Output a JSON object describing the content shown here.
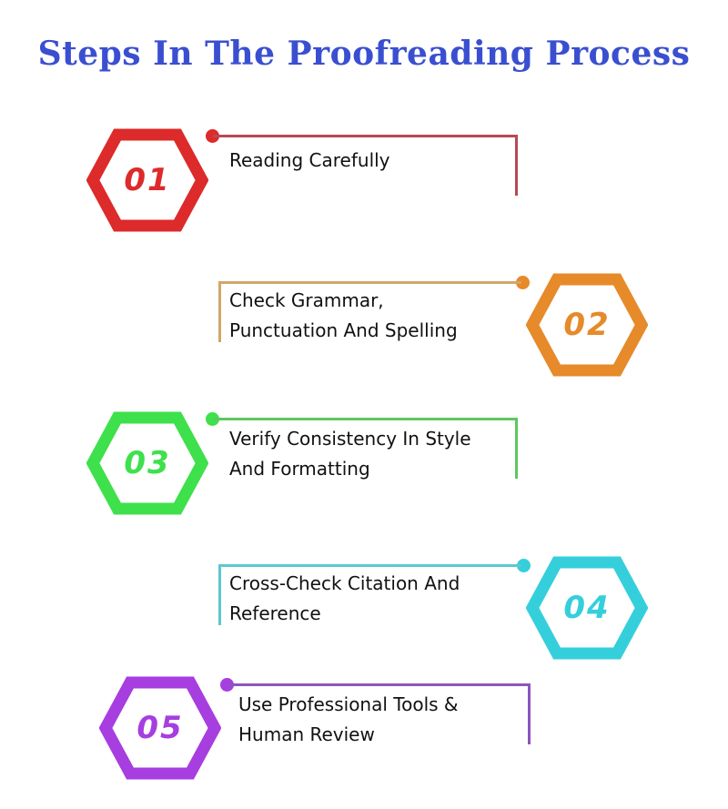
{
  "title": "Steps In The Proofreading Process",
  "steps": [
    {
      "number": "01",
      "line1": "Reading Carefully",
      "line2": "",
      "color": "#dd2a2a",
      "line_color": "#b44a55"
    },
    {
      "number": "02",
      "line1": "Check Grammar,",
      "line2": "Punctuation And Spelling",
      "color": "#e68a2a",
      "line_color": "#d2a66a"
    },
    {
      "number": "03",
      "line1": "Verify Consistency In Style",
      "line2": "And Formatting",
      "color": "#3ee04c",
      "line_color": "#5cc85e"
    },
    {
      "number": "04",
      "line1": "Cross-Check Citation And",
      "line2": "Reference",
      "color": "#35cfdc",
      "line_color": "#5ec7cf"
    },
    {
      "number": "05",
      "line1": "Use Professional Tools &",
      "line2": "Human Review",
      "color": "#a63ee0",
      "line_color": "#8c55c0"
    }
  ]
}
